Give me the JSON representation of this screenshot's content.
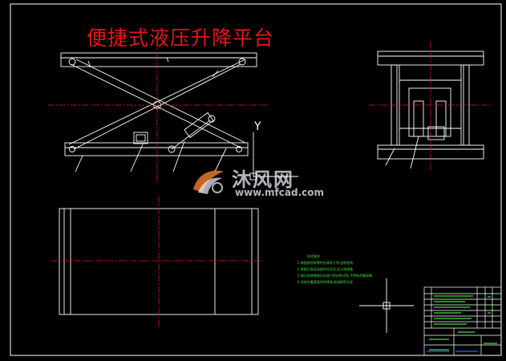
{
  "title": "便捷式液压升降平台",
  "axis_label_y": "Y",
  "technical_notes": {
    "heading": "技术要求",
    "items": [
      "1.装配前所有零件应清洗干净,去除毛刺.",
      "2.装配后各运动部件应灵活,无卡滞现象.",
      "3.液压系统装配后应进行密封性试验,不得有渗漏现象.",
      "4.所有外露表面涂防锈漆,面漆颜色另定."
    ]
  },
  "watermark": {
    "site_name": "沐风网",
    "url": "www.mfcad.com"
  },
  "colors": {
    "background": "#000000",
    "lines": "#ffffff",
    "centerlines": "#e01818",
    "notes_text": "#39e639",
    "title_block_text": "#39e639"
  },
  "views": [
    "front-view-scissor-lift",
    "side-view",
    "top-view-platform",
    "title-block"
  ]
}
